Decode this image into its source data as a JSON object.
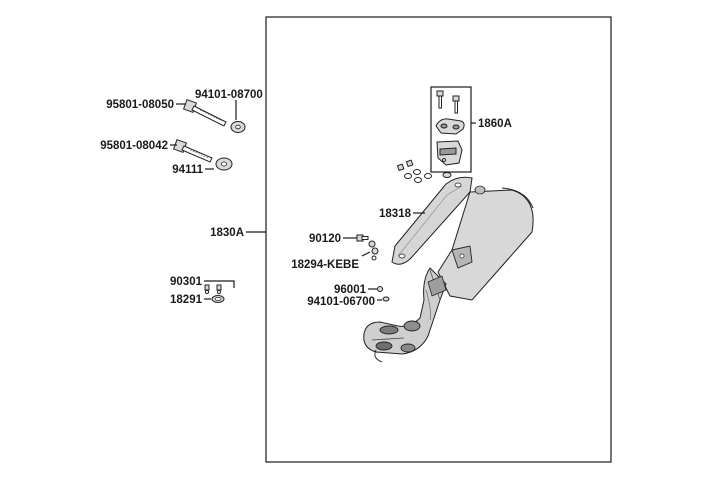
{
  "labels": {
    "p94101_08700": "94101-08700",
    "p95801_08050": "95801-08050",
    "p95801_08042": "95801-08042",
    "p94111": "94111",
    "p1830A": "1830A",
    "p90301": "90301",
    "p18291": "18291",
    "p1860A": "1860A",
    "p18318": "18318",
    "p90120": "90120",
    "p18294": "18294-KEBE",
    "p96001": "96001",
    "p94101_06700": "94101-06700"
  }
}
